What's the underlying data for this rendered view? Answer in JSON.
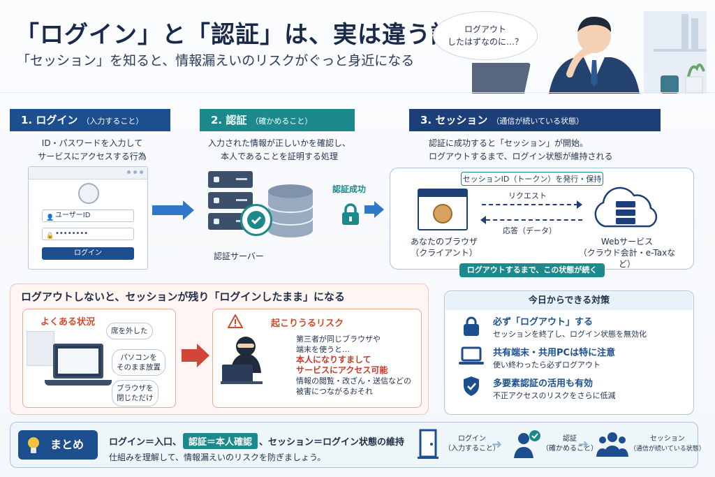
{
  "header": {
    "title": "「ログイン」と「認証」は、実は違う話",
    "subtitle": "「セッション」を知ると、情報漏えいのリスクがぐっと身近になる",
    "bubble_line1": "ログアウト",
    "bubble_line2": "したはずなのに…？"
  },
  "steps": {
    "login": {
      "title": "1. ログイン",
      "title_note": "（入力すること）",
      "desc1": "ID・パスワードを入力して",
      "desc2": "サービスにアクセスする行為",
      "user_field": "ユーザーID",
      "password_field": "••••••••",
      "button": "ログイン"
    },
    "auth": {
      "title": "2. 認証",
      "title_note": "（確かめること）",
      "desc1": "入力された情報が正しいかを確認し、",
      "desc2": "本人であることを証明する処理",
      "server_label": "認証サーバー",
      "success": "認証成功"
    },
    "session": {
      "title": "3. セッション",
      "title_note": "（通信が続いている状態）",
      "desc1": "認証に成功すると「セッション」が開始。",
      "desc2": "ログアウトするまで、ログイン状態が維持される",
      "token_pill": "セッションID（トークン）を発行・保持",
      "request": "リクエスト",
      "response": "応答（データ）",
      "browser1": "あなたのブラウザ",
      "browser2": "（クライアント）",
      "web1": "Webサービス",
      "web2": "（クラウド会計・e-Taxなど）",
      "continue": "ログアウトするまで、この状態が続く"
    }
  },
  "warning": {
    "title": "ログアウトしないと、セッションが残り「ログインしたまま」になる",
    "situation_tag": "よくある状況",
    "bubbles": [
      "席を外した",
      "パソコンを\nそのまま放置",
      "ブラウザを\n閉じただけ"
    ],
    "risk_tag": "起こりうるリスク",
    "risk1": "第三者が同じブラウザや",
    "risk2": "端末を使うと…",
    "risk3": "本人になりすまして",
    "risk4": "サービスにアクセス可能",
    "risk5": "情報の閲覧・改ざん・送信などの",
    "risk6": "被害につながるおそれ"
  },
  "countermeasures": {
    "title": "今日からできる対策",
    "items": [
      {
        "title": "必ず「ログアウト」する",
        "desc": "セッションを終了し、ログイン状態を無効化"
      },
      {
        "title": "共有端末・共用PCは特に注意",
        "desc": "使い終わったら必ずログアウト"
      },
      {
        "title": "多要素認証の活用も有効",
        "desc": "不正アクセスのリスクをさらに低減"
      }
    ]
  },
  "summary": {
    "tag": "まとめ",
    "line1_a": "ログイン＝入口、",
    "line1_hl": "認証＝本人確認",
    "line1_b": "、セッション＝ログイン状態の維持",
    "line2": "仕組みを理解して、情報漏えいのリスクを防ぎましょう。",
    "flow": [
      {
        "label": "ログイン",
        "note": "（入力すること）"
      },
      {
        "label": "認証",
        "note": "（確かめること）"
      },
      {
        "label": "セッション",
        "note": "（通信が続いている状態）"
      }
    ]
  },
  "colors": {
    "navy": "#1d4f8f",
    "teal": "#1c8a8c",
    "red": "#d04a2c"
  }
}
